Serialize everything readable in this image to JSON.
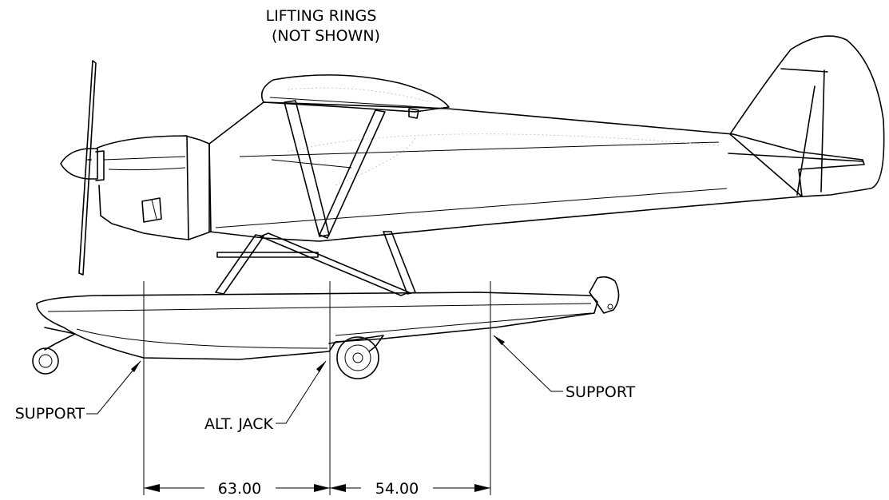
{
  "labels": {
    "lifting_rings_line1": "LIFTING RINGS",
    "lifting_rings_line2": "(NOT SHOWN)",
    "support_left": "SUPPORT",
    "alt_jack": "ALT. JACK",
    "support_right": "SUPPORT"
  },
  "dimensions": {
    "left_span": "63.00",
    "right_span": "54.00"
  }
}
